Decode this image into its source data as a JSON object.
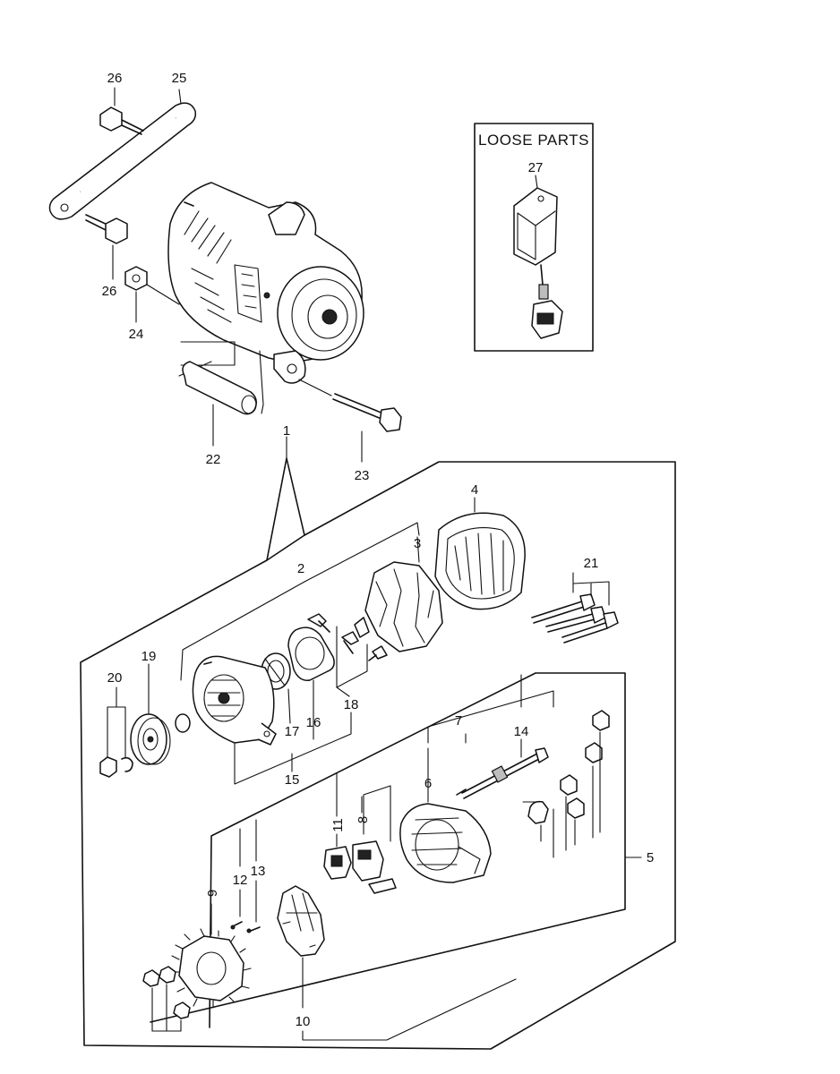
{
  "loose_parts": {
    "title": "LOOSE PARTS"
  },
  "callouts": {
    "c1": "1",
    "c2": "2",
    "c3": "3",
    "c4": "4",
    "c5": "5",
    "c6": "6",
    "c7": "7",
    "c8": "8",
    "c9": "9",
    "c10": "10",
    "c11": "11",
    "c12": "12",
    "c13": "13",
    "c14": "14",
    "c15": "15",
    "c16": "16",
    "c17": "17",
    "c18": "18",
    "c19": "19",
    "c20": "20",
    "c21": "21",
    "c22": "22",
    "c23": "23",
    "c24": "24",
    "c25": "25",
    "c26a": "26",
    "c26b": "26",
    "c27": "27"
  }
}
